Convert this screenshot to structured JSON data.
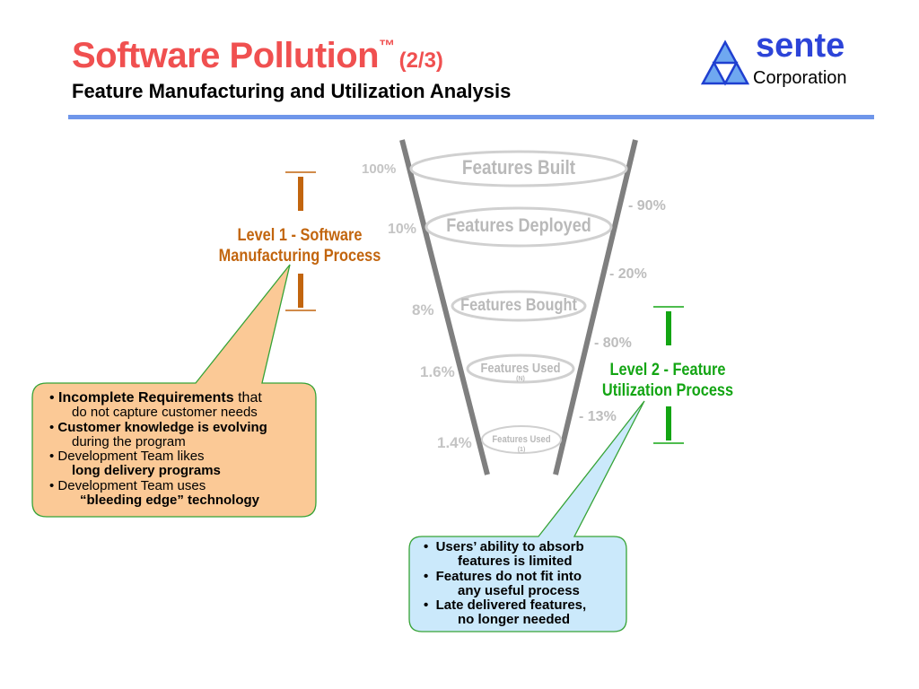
{
  "header": {
    "title": "Software Pollution",
    "trademark": "™",
    "part": "(2/3)",
    "subtitle": "Feature Manufacturing and Utilization Analysis"
  },
  "logo": {
    "word": "sente",
    "corporation": "Corporation",
    "color": "#2d44d8"
  },
  "funnel": {
    "stages": [
      {
        "percent": "100%",
        "label": "Features Built"
      },
      {
        "percent": "10%",
        "label": "Features Deployed"
      },
      {
        "percent": "8%",
        "label": "Features Bought"
      },
      {
        "percent": "1.6%",
        "label": "Features Used",
        "sub": "(N)"
      },
      {
        "percent": "1.4%",
        "label": "Features Used",
        "sub": "(1)"
      }
    ],
    "drops": [
      "- 90%",
      "- 20%",
      "- 80%",
      "- 13%"
    ]
  },
  "level1": {
    "line1": "Level 1 - Software",
    "line2": "Manufacturing Process",
    "color": "#c2650e"
  },
  "level2": {
    "line1": "Level 2 - Feature",
    "line2": "Utilization Process",
    "color": "#13a513"
  },
  "bubble1": {
    "items": [
      {
        "bold": "Incomplete Requirements",
        "rest": " that",
        "cont": "do not capture customer needs"
      },
      {
        "bold": "Customer knowledge is evolving",
        "cont": "during the program"
      },
      {
        "rest": "Development Team likes",
        "cont_bold": "long delivery programs"
      },
      {
        "rest": "Development Team uses",
        "cont_bold": "“bleeding edge” technology"
      }
    ]
  },
  "bubble2": {
    "items": [
      {
        "line1": "Users’ ability to absorb",
        "line2": "features is limited"
      },
      {
        "line1": "Features do not fit into",
        "line2": "any useful process"
      },
      {
        "line1": "Late delivered features,",
        "line2": "no longer needed"
      }
    ]
  }
}
